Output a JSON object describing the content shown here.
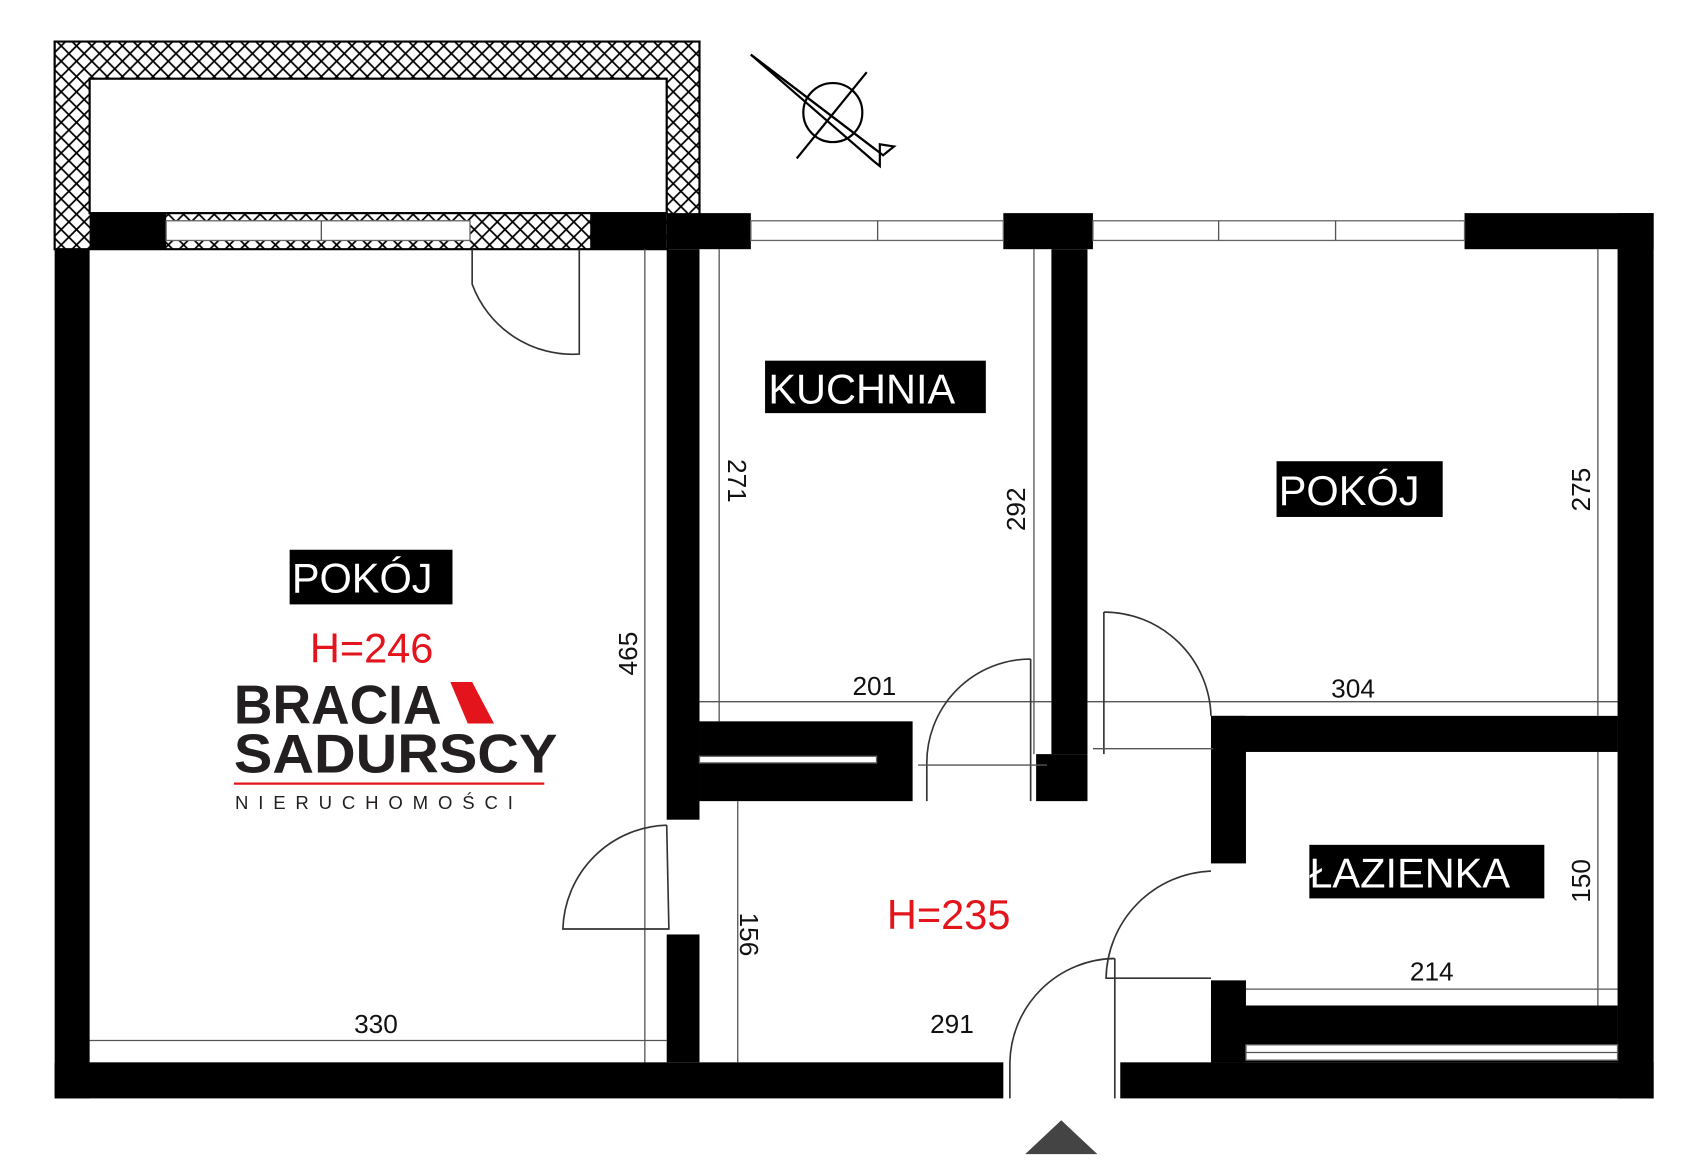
{
  "rooms": {
    "living_left": {
      "label": "POKÓJ",
      "height": "H=246"
    },
    "kitchen": {
      "label": "KUCHNIA"
    },
    "room_right": {
      "label": "POKÓJ"
    },
    "bathroom": {
      "label": "ŁAZIENKA"
    },
    "hall": {
      "height": "H=235"
    }
  },
  "dimensions": {
    "living_left_width": "330",
    "living_left_depth": "465",
    "kitchen_width": "201",
    "kitchen_depth_left": "271",
    "kitchen_depth_right": "292",
    "room_right_width": "304",
    "room_right_depth": "275",
    "hall_width": "291",
    "hall_depth": "156",
    "bathroom_width": "214",
    "bathroom_depth": "150"
  },
  "logo": {
    "line1": "BRACIA",
    "line2": "SADURSCY",
    "tagline": "NIERUCHOMOŚCI",
    "accent_color": "#e3141b"
  }
}
